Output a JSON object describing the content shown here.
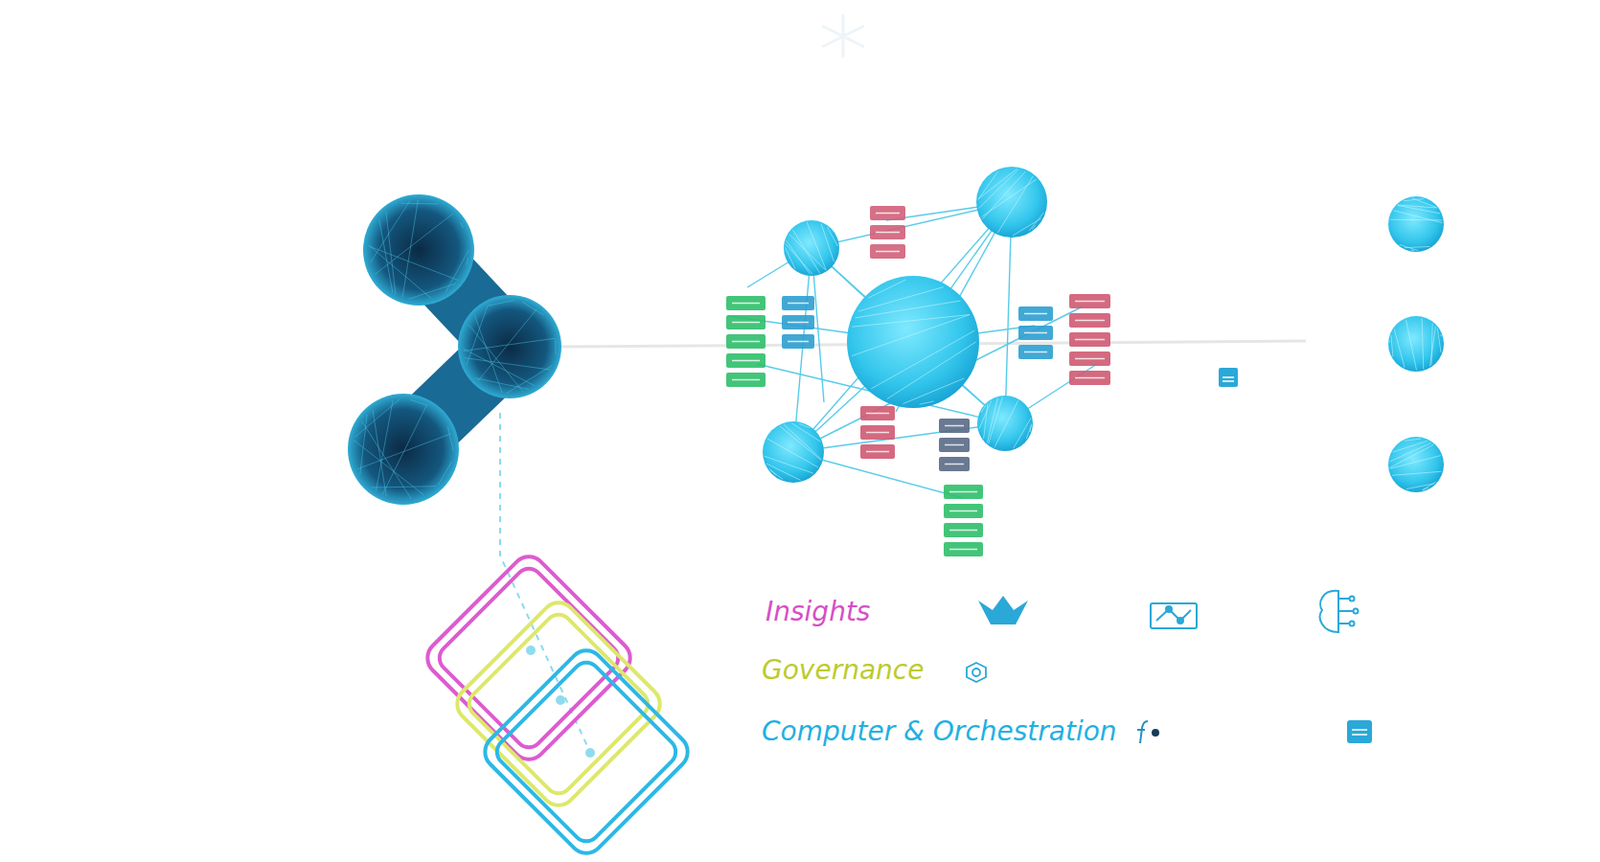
{
  "diagram": {
    "labels": [
      "Insights",
      "Governance",
      "Computer & Orchestration"
    ]
  }
}
